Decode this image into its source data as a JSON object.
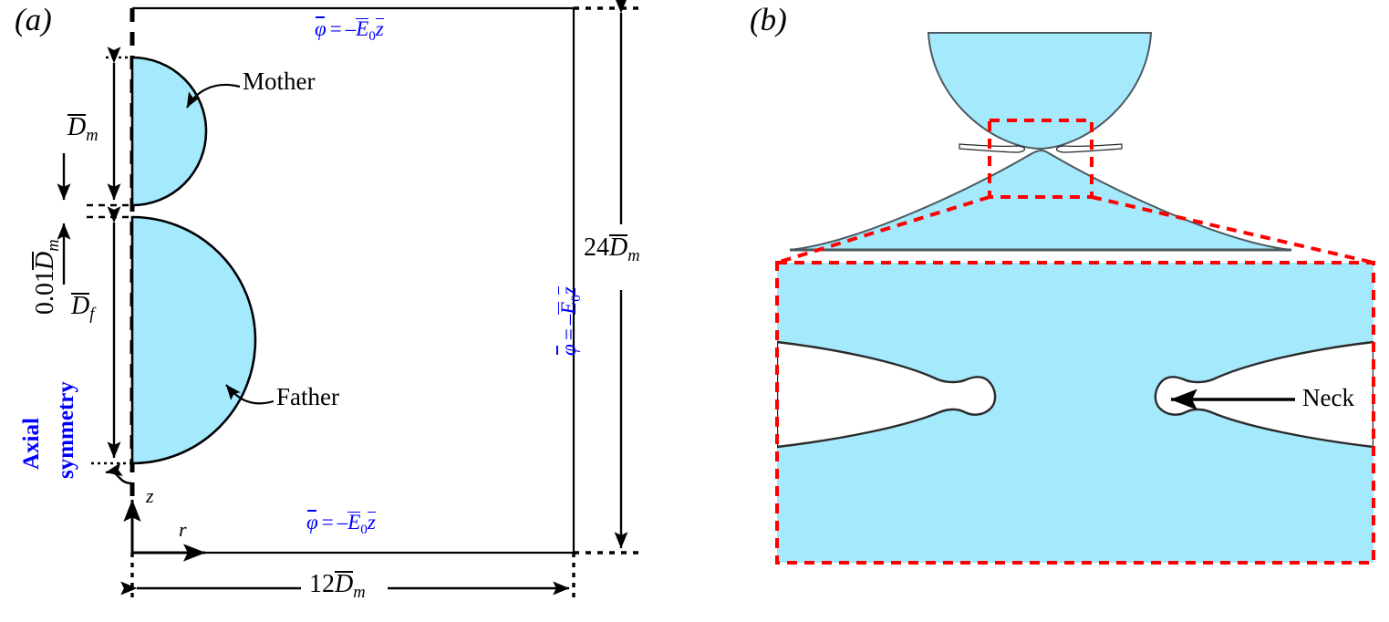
{
  "figure": {
    "panels": [
      {
        "tag": "(a)",
        "name": "computational-domain-schematic",
        "droplets": [
          {
            "label": "Mother",
            "symbol_diameter": "Dm"
          },
          {
            "label": "Father",
            "symbol_diameter": "Df"
          }
        ],
        "boundary_conditions": [
          {
            "position": "top",
            "text_parts": {
              "phi": "φ",
              "eq": "=",
              "minus": "–",
              "E": "E",
              "sub": "0",
              "z": "z"
            }
          },
          {
            "position": "right",
            "text_parts": {
              "phi": "φ",
              "eq": "=",
              "minus": "–",
              "E": "E",
              "sub": "0",
              "z": "z"
            }
          },
          {
            "position": "bottom",
            "text_parts": {
              "phi": "φ",
              "eq": "=",
              "minus": "–",
              "E": "E",
              "sub": "0",
              "z": "z"
            }
          }
        ],
        "left_boundary_label": {
          "line1": "Axial",
          "line2": "symmetry"
        },
        "dimensions": {
          "mother_diameter": {
            "number": "",
            "symbol": "D",
            "sub": "m"
          },
          "father_diameter": {
            "number": "",
            "symbol": "D",
            "sub": "f"
          },
          "gap": {
            "number": "0.01",
            "symbol": "D",
            "sub": "m"
          },
          "height": {
            "number": "24",
            "symbol": "D",
            "sub": "m"
          },
          "width": {
            "number": "12",
            "symbol": "D",
            "sub": "m"
          }
        },
        "axes": {
          "vertical": "z",
          "horizontal": "r"
        }
      },
      {
        "tag": "(b)",
        "name": "coalescence-neck-closeup",
        "annotation": {
          "label": "Neck"
        },
        "zoom_box_color": "#ff0000"
      }
    ],
    "colors": {
      "liquid_fill": "#a5e9fc",
      "outline": "#000000",
      "boundary_text": "#0000ff",
      "zoom_box": "#ff0000",
      "background": "#ffffff"
    }
  }
}
